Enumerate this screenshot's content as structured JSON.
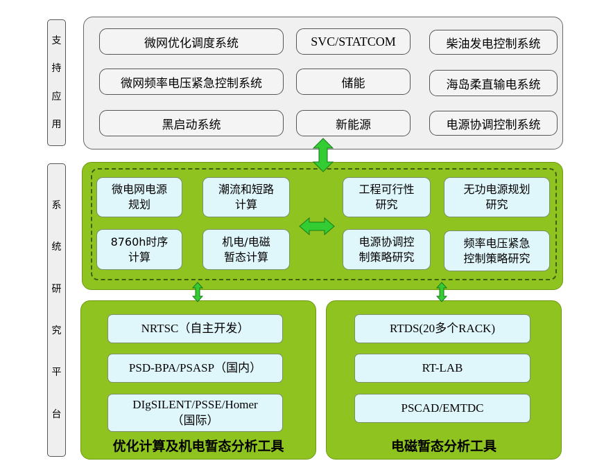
{
  "side_labels": {
    "support": [
      "支",
      "持",
      "应",
      "用"
    ],
    "platform": [
      "系",
      "统",
      "研",
      "究",
      "平",
      "台"
    ]
  },
  "support_apps": [
    "微网优化调度系统",
    "SVC/STATCOM",
    "柴油发电控制系统",
    "微网频率电压紧急控制系统",
    "储能",
    "海岛柔直输电系统",
    "黑启动系统",
    "新能源",
    "电源协调控制系统"
  ],
  "research": {
    "left": [
      [
        "微电网电源",
        "规划"
      ],
      [
        "潮流和短路",
        "计算"
      ],
      [
        "8760h时序",
        "计算"
      ],
      [
        "机电/电磁",
        "暂态计算"
      ]
    ],
    "right": [
      [
        "工程可行性",
        "研究"
      ],
      [
        "无功电源规划",
        "研究"
      ],
      [
        "电源协调控",
        "制策略研究"
      ],
      [
        "频率电压紧急",
        "控制策略研究"
      ]
    ]
  },
  "tools_left": {
    "items": [
      "NRTSC（自主开发）",
      "PSD-BPA/PSASP（国内）"
    ],
    "last": [
      "DIgSILENT/PSSE/Homer",
      "（国际）"
    ],
    "caption": "优化计算及机电暂态分析工具"
  },
  "tools_right": {
    "items": [
      "RTDS(20多个RACK)",
      "RT-LAB",
      "PSCAD/EMTDC"
    ],
    "caption": "电磁暂态分析工具"
  },
  "colors": {
    "panel_green": "#8fc31f",
    "box_cyan": "#dff6fb",
    "arrow_green": "#33cc33"
  }
}
